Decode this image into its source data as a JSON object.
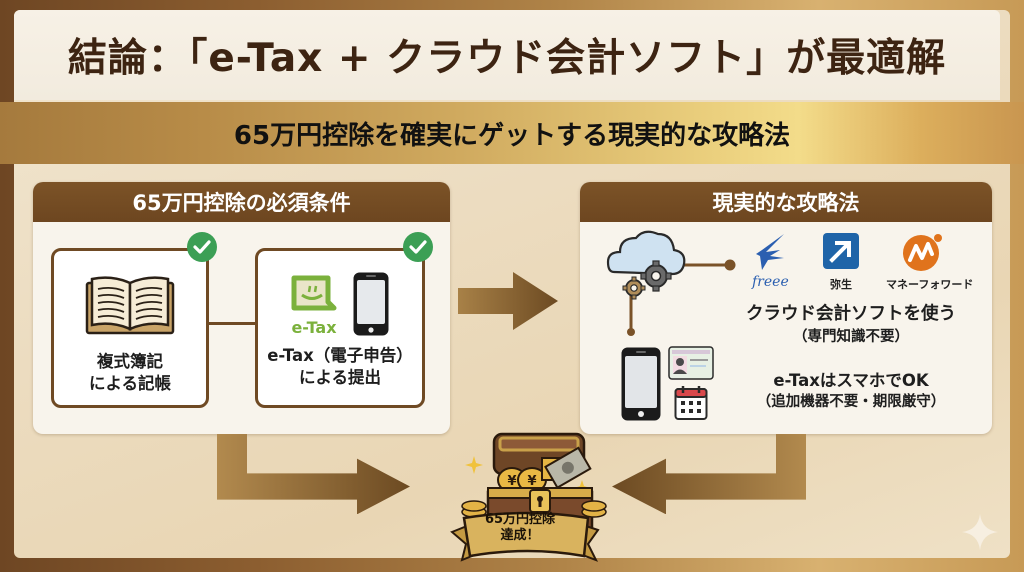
{
  "header": {
    "title": "結論：「e-Tax + クラウド会計ソフト」が最適解",
    "subtitle": "65万円控除を確実にゲットする現実的な攻略法"
  },
  "left_panel": {
    "heading": "65万円控除の必須条件",
    "cards": [
      {
        "icon": "open-book-icon",
        "label_line1": "複式簿記",
        "label_line2": "による記帳",
        "checked": true
      },
      {
        "icon": "etax-logo-icon",
        "logo_text": "e-Tax",
        "label_line1": "e-Tax（電子申告）",
        "label_line2": "による提出",
        "checked": true
      }
    ]
  },
  "right_panel": {
    "heading": "現実的な攻略法",
    "software_logos": [
      {
        "name": "freee",
        "icon": "swallow-bird-icon",
        "color": "#2b5fb0"
      },
      {
        "name": "弥生",
        "icon": "yayoi-arrow-icon",
        "color": "#1f64a8"
      },
      {
        "name": "マネーフォワード",
        "icon": "moneyforward-icon",
        "color": "#e0731c"
      }
    ],
    "point1_main": "クラウド会計ソフトを使う",
    "point1_sub": "（専門知識不要）",
    "point2_main": "e-TaxはスマホでOK",
    "point2_sub": "（追加機器不要・期限厳守）"
  },
  "goal": {
    "icon": "treasure-chest-icon",
    "ribbon_line1": "65万円控除",
    "ribbon_line2": "達成！"
  },
  "colors": {
    "brown_dark": "#6f4a24",
    "check_green": "#3c9f55",
    "etax_green": "#7bb13c",
    "gold": "#d9b35e"
  }
}
